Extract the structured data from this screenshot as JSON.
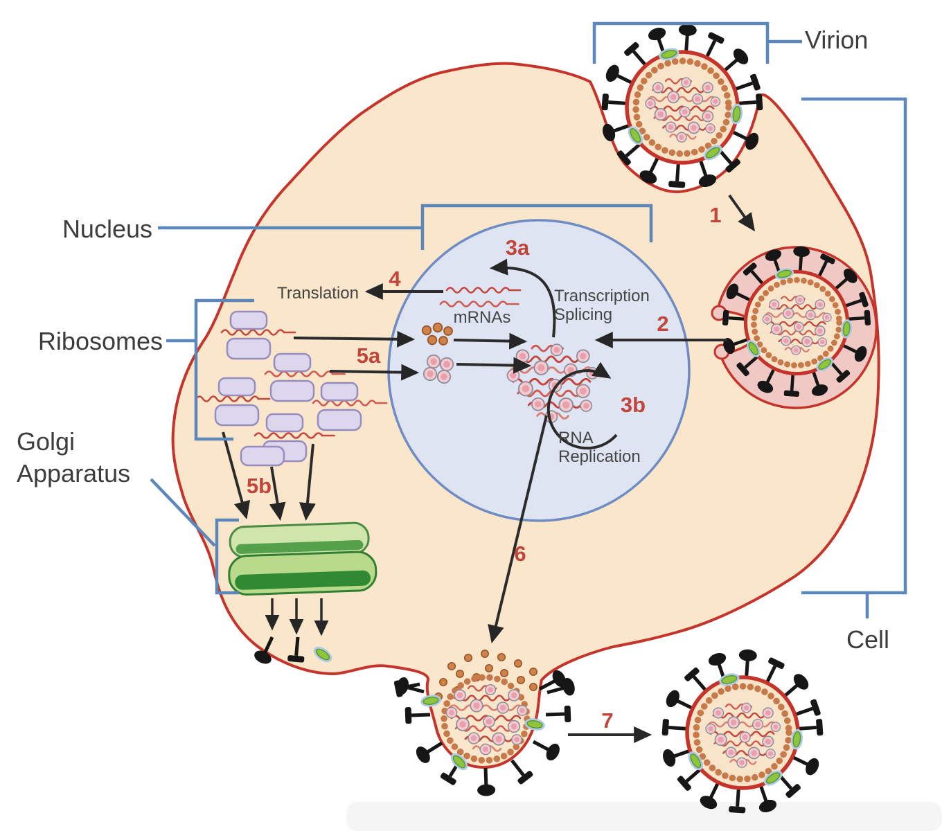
{
  "labels": {
    "virion": "Virion",
    "cell": "Cell",
    "nucleus": "Nucleus",
    "ribosomes": "Ribosomes",
    "golgi_line1": "Golgi",
    "golgi_line2": "Apparatus"
  },
  "annotations": {
    "translation": "Translation",
    "mrnas": "mRNAs",
    "transcription": "Transcription",
    "splicing": "Splicing",
    "rna": "RNA",
    "replication": "Replication"
  },
  "steps": {
    "s1": "1",
    "s2": "2",
    "s3a": "3a",
    "s3b": "3b",
    "s4": "4",
    "s5a": "5a",
    "s5b": "5b",
    "s6": "6",
    "s7": "7"
  },
  "colors": {
    "cell_fill": "#f9e6cb",
    "membrane_red": "#c5342b",
    "endosome_pink": "#f1c9c4",
    "nucleus_fill": "#dee4f2",
    "nucleus_border": "#6e8cc3",
    "label_blue": "#5c87ba",
    "step_red": "#c2453b",
    "rna_red": "#c4463d",
    "ribosome_purple": "#dcd7ec",
    "golgi_green_light": "#cfe5ac",
    "golgi_green_dark": "#2f8a33",
    "spike_black": "#161616",
    "matrix_orange": "#c8794a",
    "glycoprotein_green": "#8fc43e",
    "nucleoprotein_pink": "#f4cad0"
  }
}
